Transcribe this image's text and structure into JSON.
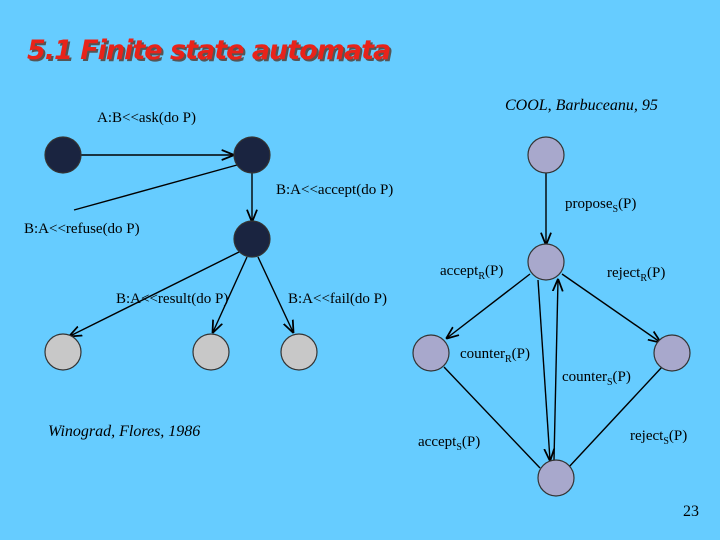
{
  "title": "5.1 Finite state automata",
  "page_number": "23",
  "colors": {
    "background": "#66ccff",
    "title": "#e8231a",
    "node_dark": "#1a2440",
    "node_light": "#c8c8c8",
    "node_lavender": "#a8a8cc"
  },
  "left_diagram": {
    "citation": "Winograd, Flores, 1986",
    "labels": {
      "ask": "A:B<<ask(do P)",
      "accept": "B:A<<accept(do P)",
      "refuse": "B:A<<refuse(do P)",
      "result": "B:A<<result(do P)",
      "fail": "B:A<<fail(do P)"
    }
  },
  "right_diagram": {
    "citation": "COOL, Barbuceanu, 95",
    "labels": {
      "propose_s": {
        "base": "propose",
        "sub": "S",
        "arg": "(P)"
      },
      "accept_r": {
        "base": "accept",
        "sub": "R",
        "arg": "(P)"
      },
      "reject_r": {
        "base": "reject",
        "sub": "R",
        "arg": "(P)"
      },
      "counter_r": {
        "base": "counter",
        "sub": "R",
        "arg": "(P)"
      },
      "counter_s": {
        "base": "counter",
        "sub": "S",
        "arg": "(P)"
      },
      "accept_s": {
        "base": "accept",
        "sub": "S",
        "arg": "(P)"
      },
      "reject_s": {
        "base": "reject",
        "sub": "S",
        "arg": "(P)"
      }
    }
  }
}
